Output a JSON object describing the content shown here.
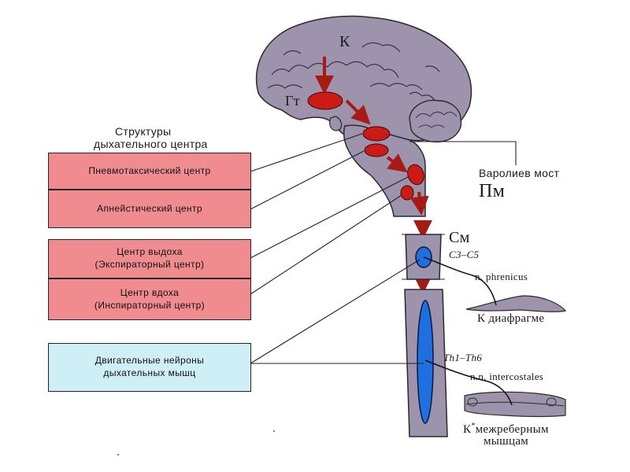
{
  "labels": {
    "k": "К",
    "gt": "Гт",
    "varoliev_most": "Варолиев мост",
    "pm": "Пм",
    "sm": "См",
    "c3c5": "C3–C5",
    "n_phrenicus": "n. phrenicus",
    "k_diafragme": "К диафрагме",
    "th1th6": "Th1–Th6",
    "n_intercostales": "n.n. intercostales",
    "k_mezhrebernym_1": "К",
    "k_mezhrebernym_star": "*",
    "k_mezhrebernym_2": "межреберным",
    "k_mezhrebernym_3": "мышцам"
  },
  "structures_title": {
    "line1": "Структуры",
    "line2": "дыхательного центра"
  },
  "boxes": {
    "pneumotaxic": "Пневмотаксический центр",
    "apneustic": "Апнейстический центр",
    "expiration_line1": "Центр выдоха",
    "expiration_line2": "(Экспираторный центр)",
    "inspiration_line1": "Центр вдоха",
    "inspiration_line2": "(Инспираторный центр)",
    "motor_line1": "Двигательные нейроны",
    "motor_line2": "дыхательных мышц"
  },
  "colors": {
    "brain": "#9d93ad",
    "brain_outline": "#2a2a2a",
    "nucleus": "#cc1a14",
    "arrow": "#a81a14",
    "spinal_blue": "#1f6fe0",
    "box_red": "#f08c8f",
    "box_cyan": "#cdeff5",
    "line": "#222222"
  }
}
